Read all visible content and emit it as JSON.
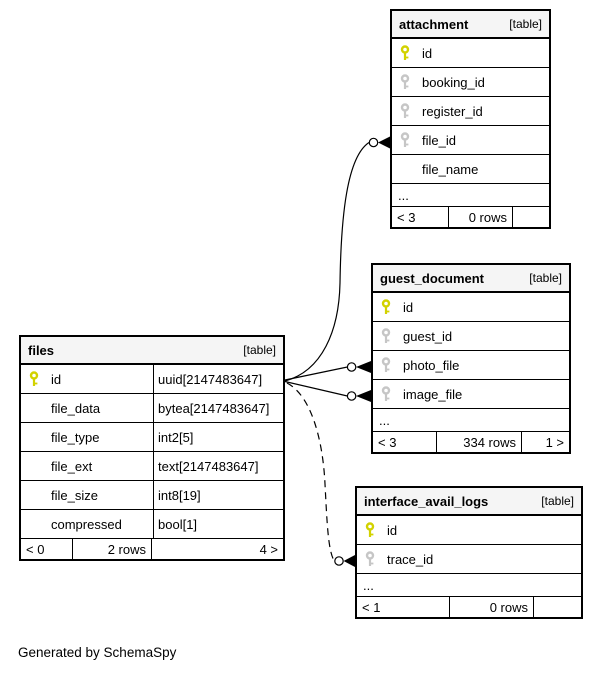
{
  "generated_by": "Generated by SchemaSpy",
  "tables": {
    "attachment": {
      "name": "attachment",
      "tag": "[table]",
      "fields": [
        {
          "name": "id",
          "key_class": "keyicon pk"
        },
        {
          "name": "booking_id",
          "key_class": "keyicon fk"
        },
        {
          "name": "register_id",
          "key_class": "keyicon fk"
        },
        {
          "name": "file_id",
          "key_class": "keyicon fk"
        },
        {
          "name": "file_name",
          "key_class": "keyicon none"
        }
      ],
      "ellipsis": "...",
      "footer": {
        "left": "< 3",
        "center": "0 rows",
        "right": ""
      }
    },
    "guest_document": {
      "name": "guest_document",
      "tag": "[table]",
      "fields": [
        {
          "name": "id",
          "key_class": "keyicon pk"
        },
        {
          "name": "guest_id",
          "key_class": "keyicon fk"
        },
        {
          "name": "photo_file",
          "key_class": "keyicon fk"
        },
        {
          "name": "image_file",
          "key_class": "keyicon fk"
        }
      ],
      "ellipsis": "...",
      "footer": {
        "left": "< 3",
        "center": "334 rows",
        "right": "1 >"
      }
    },
    "files": {
      "name": "files",
      "tag": "[table]",
      "fields": [
        {
          "name": "id",
          "type": "uuid[2147483647]",
          "key_class": "keyicon pk"
        },
        {
          "name": "file_data",
          "type": "bytea[2147483647]",
          "key_class": "keyicon none"
        },
        {
          "name": "file_type",
          "type": "int2[5]",
          "key_class": "keyicon none"
        },
        {
          "name": "file_ext",
          "type": "text[2147483647]",
          "key_class": "keyicon none"
        },
        {
          "name": "file_size",
          "type": "int8[19]",
          "key_class": "keyicon none"
        },
        {
          "name": "compressed",
          "type": "bool[1]",
          "key_class": "keyicon none"
        }
      ],
      "footer": {
        "left": "< 0",
        "center": "2 rows",
        "right": "4 >"
      }
    },
    "interface_avail_logs": {
      "name": "interface_avail_logs",
      "tag": "[table]",
      "fields": [
        {
          "name": "id",
          "key_class": "keyicon pk"
        },
        {
          "name": "trace_id",
          "key_class": "keyicon fk"
        }
      ],
      "ellipsis": "...",
      "footer": {
        "left": "< 1",
        "center": "0 rows",
        "right": ""
      }
    }
  },
  "relationships": [
    {
      "from": "files.id",
      "to": "attachment.file_id",
      "style": "solid"
    },
    {
      "from": "files.id",
      "to": "guest_document.photo_file",
      "style": "solid"
    },
    {
      "from": "files.id",
      "to": "guest_document.image_file",
      "style": "solid"
    },
    {
      "from": "files.id",
      "to": "interface_avail_logs.trace_id",
      "style": "dashed"
    }
  ]
}
